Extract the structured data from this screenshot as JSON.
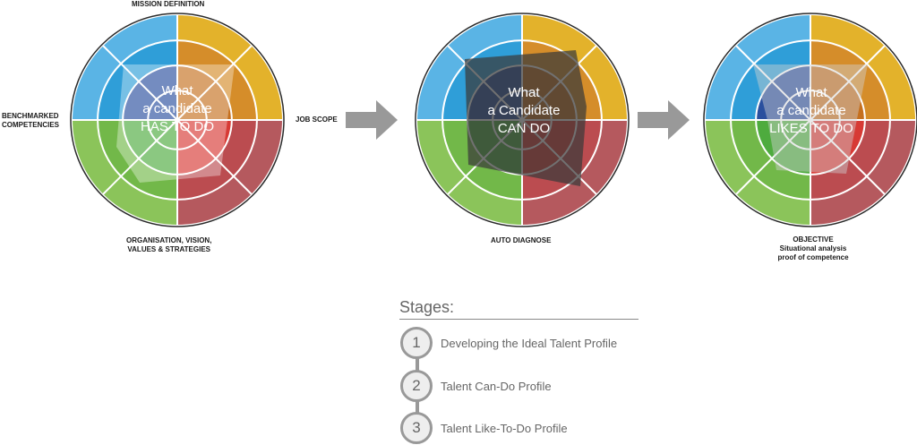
{
  "diagram": {
    "colors": {
      "blue_outer": "#5ab4e5",
      "blue_inner": "#2f9ed8",
      "blue_core": "#2a4f9e",
      "yellow_outer": "#e3b22b",
      "yellow_inner": "#d58d2a",
      "orange_core": "#c5701f",
      "red_outer": "#b5595e",
      "red_inner": "#bb4c50",
      "red_core": "#d73a35",
      "green_outer": "#8bc45a",
      "green_inner": "#72b849",
      "green_core": "#4eab3e",
      "arrow": "#999999"
    },
    "wheels": [
      {
        "center_lines": [
          "What",
          "a candidate",
          "HAS TO DO"
        ],
        "overlay_color": "#ffffff",
        "overlay_opacity": 0.35,
        "labels": {
          "top": "MISSION DEFINITION",
          "left": [
            "BENCHMARKED",
            "COMPETENCIES"
          ],
          "right": "JOB SCOPE",
          "bottom": [
            "ORGANISATION, VISION,",
            "VALUES & STRATEGIES"
          ]
        }
      },
      {
        "center_lines": [
          "What",
          "a Candidate",
          "CAN DO"
        ],
        "overlay_color": "#3a3a3a",
        "overlay_opacity": 0.72,
        "labels": {
          "bottom": "AUTO DIAGNOSE"
        }
      },
      {
        "center_lines": [
          "What",
          "a candidate",
          "LIKES TO DO"
        ],
        "overlay_color": "#d0d0d0",
        "overlay_opacity": 0.45,
        "labels": {
          "bottom_title": "OBJECTIVE",
          "bottom_sub": [
            "Situational analysis",
            "proof of competence"
          ]
        }
      }
    ]
  },
  "stages": {
    "title": "Stages:",
    "items": [
      {
        "number": "1",
        "label": "Developing the Ideal Talent Profile"
      },
      {
        "number": "2",
        "label": "Talent Can-Do Profile"
      },
      {
        "number": "3",
        "label": "Talent Like-To-Do Profile"
      }
    ]
  }
}
